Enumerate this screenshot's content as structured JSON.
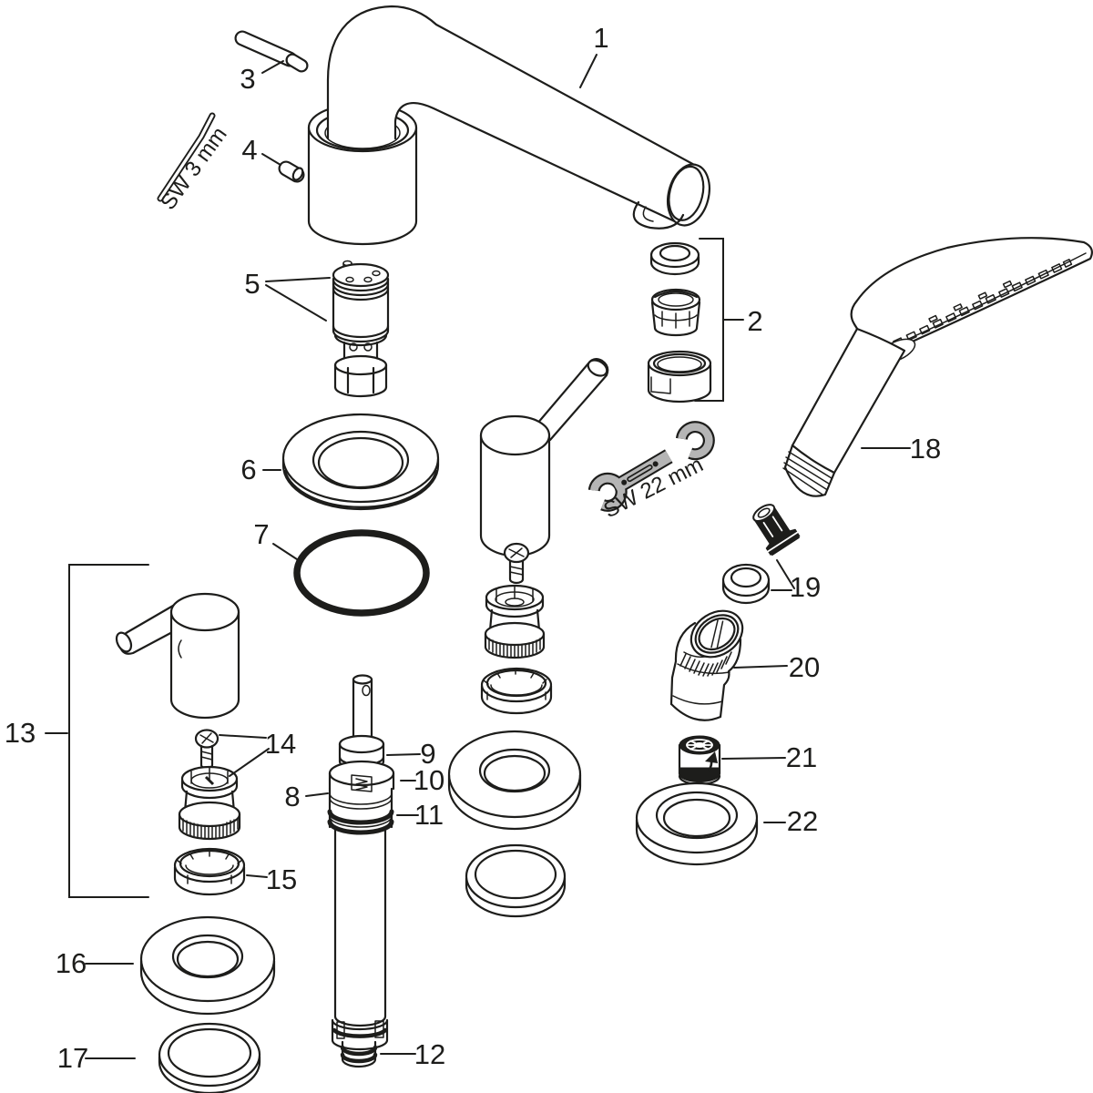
{
  "diagram": {
    "colors": {
      "background": "#ffffff",
      "line": "#1d1d1b",
      "wrench_fill": "#b5b5b5",
      "dark_part_fill": "#1d1d1b"
    },
    "labels": {
      "p1": "1",
      "p2": "2",
      "p3": "3",
      "p4": "4",
      "p5": "5",
      "p6": "6",
      "p7": "7",
      "p8": "8",
      "p9": "9",
      "p10": "10",
      "p11": "11",
      "p12": "12",
      "p13": "13",
      "p14": "14",
      "p15": "15",
      "p16": "16",
      "p17": "17",
      "p18": "18",
      "p19": "19",
      "p20": "20",
      "p21": "21",
      "p22": "22"
    },
    "tool_labels": {
      "allen_key": "SW 3 mm",
      "wrench": "SW 22 mm"
    }
  }
}
